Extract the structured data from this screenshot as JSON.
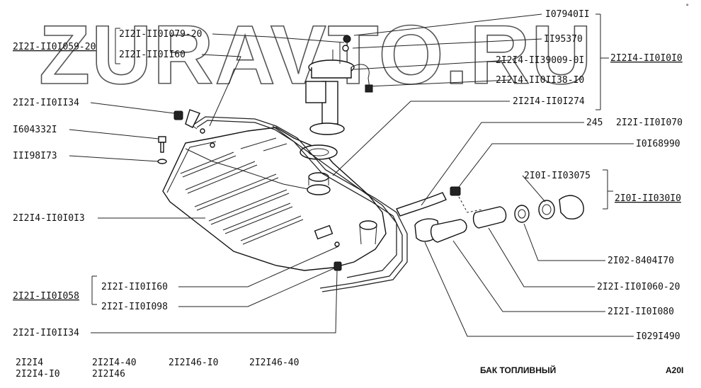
{
  "watermark": "ZURAVTO.RU",
  "corner_mark": "°",
  "labels_left": {
    "group1": "2I2I-II0I059-20",
    "group1_a": "2I2I-II0I079-20",
    "group1_b": "2I2I-II0II60",
    "l1": "2I2I-II0II34",
    "l2": "I604332I",
    "l3": "III98I73",
    "l4": "2I2I4-II0I0I3",
    "group2": "2I2I-II0I058",
    "group2_a": "2I2I-II0II60",
    "group2_b": "2I2I-II0I098",
    "l5": "2I2I-II0II34"
  },
  "labels_right": {
    "r1": "I07940II",
    "r2": "II95370",
    "r3": "2I2I4-II39009-0I",
    "r3b": "2I2I4-II0I0I0",
    "r4": "2I2I4-II0II38-I0",
    "r5": "2I2I4-II0I274",
    "r6": "245",
    "r6b": "2I2I-II0I070",
    "r7": "I0I68990",
    "r8": "2I0I-II03075",
    "r8b": "2I0I-II030I0",
    "r9": "2I02-8404I70",
    "r10": "2I2I-II0I060-20",
    "r11": "2I2I-II0I080",
    "r12": "I029I490"
  },
  "footer": {
    "models": [
      "2I2I4",
      "2I2I4-I0",
      "2I2I4-40",
      "2I2I46",
      "2I2I46-I0",
      "2I2I46-40"
    ],
    "title": "БАК ТОПЛИВНЫЙ",
    "code": "A20I"
  }
}
